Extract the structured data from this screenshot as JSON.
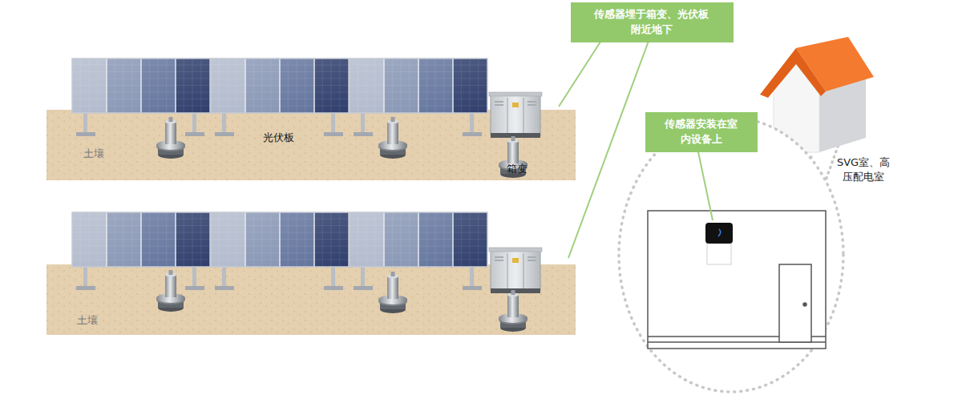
{
  "diagram": {
    "nodes": [
      {
        "text": [
          "传感器埋于箱变、光伏板附近地下"
        ]
      },
      {
        "text": [
          "传感器安装在室内设备上"
        ]
      }
    ],
    "labels": [
      "光伏板",
      "土壤",
      "箱变",
      "土壤",
      "SVG室、高压配电室"
    ]
  }
}
